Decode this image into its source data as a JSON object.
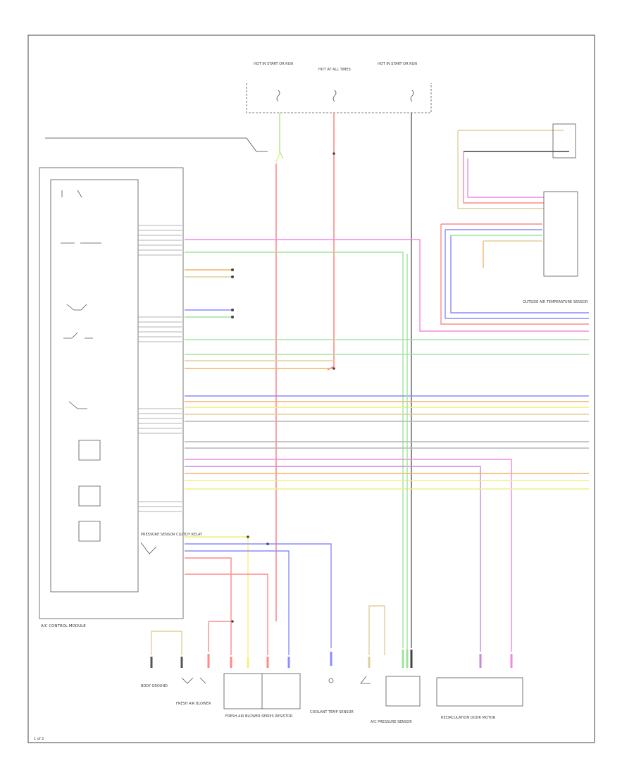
{
  "module": {
    "title": "A/C CONTROL MODULE",
    "sub_label": "PRESSURE SENSOR CLUTCH RELAY"
  },
  "components": {
    "fuse_panel_1": "HOT IN START OR RUN",
    "fuse_panel_2": "HOT AT ALL TIMES",
    "fuse_panel_3": "HOT IN START OR RUN",
    "temp_sensor_top": "OUTSIDE AIR TEMPERATURE SENSOR",
    "bottom_1": "BODY GROUND",
    "bottom_2": "FRESH AIR BLOWER",
    "bottom_3": "FRESH AIR BLOWER SERIES RESISTOR",
    "bottom_4": "COOLANT TEMP SENSOR",
    "bottom_5": "A/C PRESSURE SENSOR",
    "bottom_6": "RECIRCULATION DOOR MOTOR"
  },
  "footer": {
    "page_code": "1 of 2"
  },
  "colors": {
    "red": "#ff8a8a",
    "green": "#9de39d",
    "pink": "#f08ae0",
    "blue": "#8c8cff",
    "yellow": "#f4ef7c",
    "orange": "#f4b06a",
    "tan": "#e0cf9a",
    "violet": "#c58ad8",
    "gray": "#b5b5b5",
    "black": "#444444"
  }
}
